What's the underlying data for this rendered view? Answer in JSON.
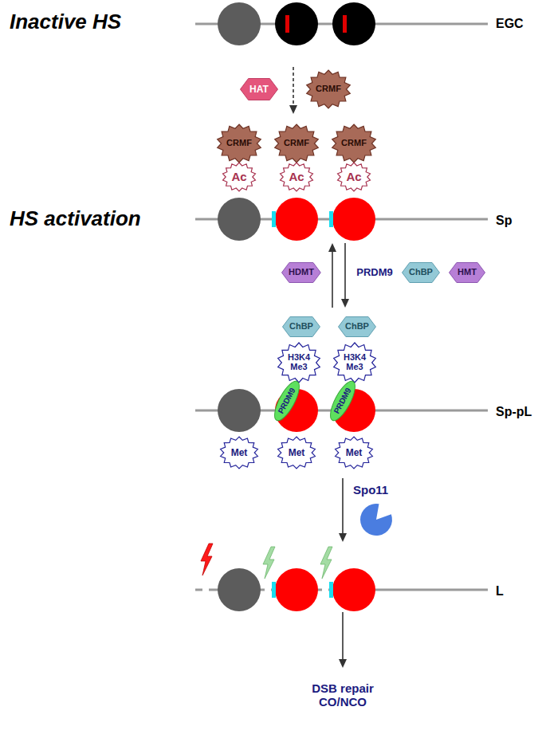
{
  "diagram": {
    "nodes": [
      {
        "text": [
          "HAT"
        ]
      },
      {
        "text": [
          "CRMF"
        ]
      },
      {
        "text": [
          "CRMF"
        ]
      },
      {
        "text": [
          "CRMF"
        ]
      },
      {
        "text": [
          "CRMF"
        ]
      },
      {
        "text": [
          "Ac"
        ]
      },
      {
        "text": [
          "Ac"
        ]
      },
      {
        "text": [
          "Ac"
        ]
      },
      {
        "text": [
          "HDMT"
        ]
      },
      {
        "text": [
          "ChBP"
        ]
      },
      {
        "text": [
          "HMT"
        ]
      },
      {
        "text": [
          "ChBP"
        ]
      },
      {
        "text": [
          "ChBP"
        ]
      },
      {
        "text": [
          "H3K4 Me3"
        ]
      },
      {
        "text": [
          "H3K4 Me3"
        ]
      },
      {
        "text": [
          "PRDM9"
        ]
      },
      {
        "text": [
          "PRDM9"
        ]
      },
      {
        "text": [
          "Met"
        ]
      },
      {
        "text": [
          "Met"
        ]
      },
      {
        "text": [
          "Met"
        ]
      }
    ],
    "labels": [
      "Inactive HS",
      "EGC",
      "HS activation",
      "Sp",
      "PRDM9",
      "Sp-pL",
      "Spo11",
      "L",
      "DSB repair CO/NCO"
    ]
  }
}
